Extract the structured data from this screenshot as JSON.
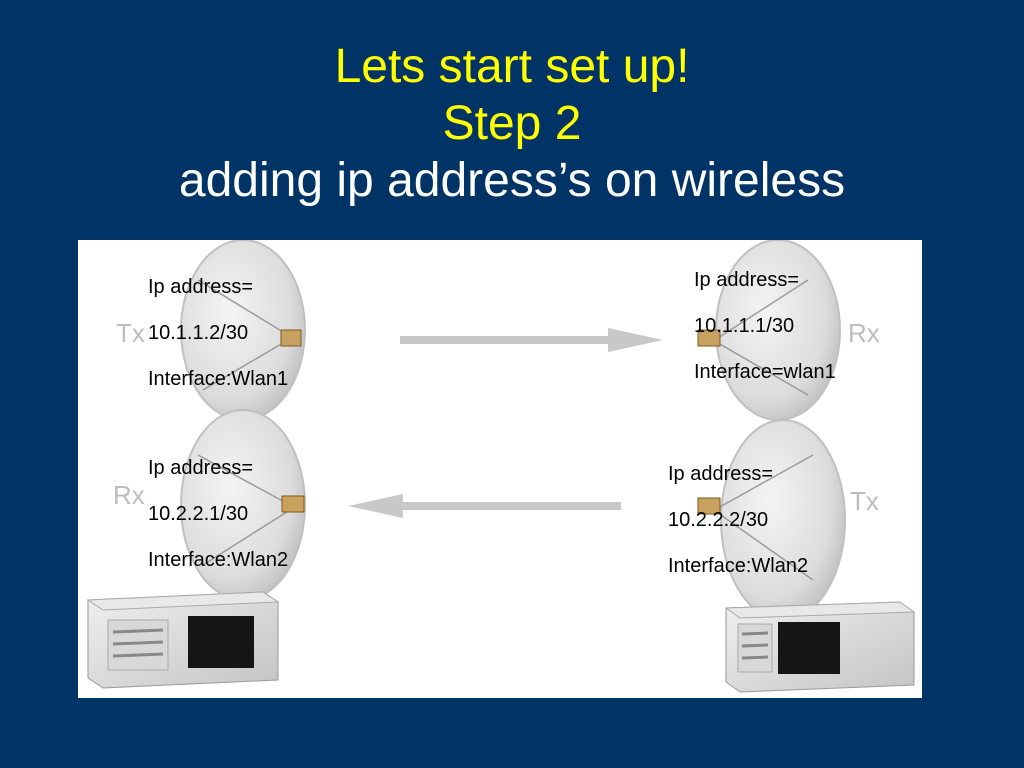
{
  "title": {
    "line1": "Lets start set up!",
    "line2": "Step 2",
    "line3": "adding ip address’s on wireless"
  },
  "left_top": {
    "station_label": "Tx",
    "ip_label": "Ip address=",
    "ip_value": "10.1.1.2/30",
    "interface": "Interface:Wlan1"
  },
  "left_bottom": {
    "station_label": "Rx",
    "ip_label": "Ip address=",
    "ip_value": "10.2.2.1/30",
    "interface": "Interface:Wlan2"
  },
  "right_top": {
    "station_label": "Rx",
    "ip_label": "Ip address=",
    "ip_value": "10.1.1.1/30",
    "interface": "Interface=wlan1"
  },
  "right_bottom": {
    "station_label": "Tx",
    "ip_label": "Ip address=",
    "ip_value": "10.2.2.2/30",
    "interface": "Interface:Wlan2"
  },
  "colors": {
    "background": "#003366",
    "title_accent": "#ffff00",
    "title_secondary": "#ffffff",
    "arrow": "#c8c8c8"
  }
}
